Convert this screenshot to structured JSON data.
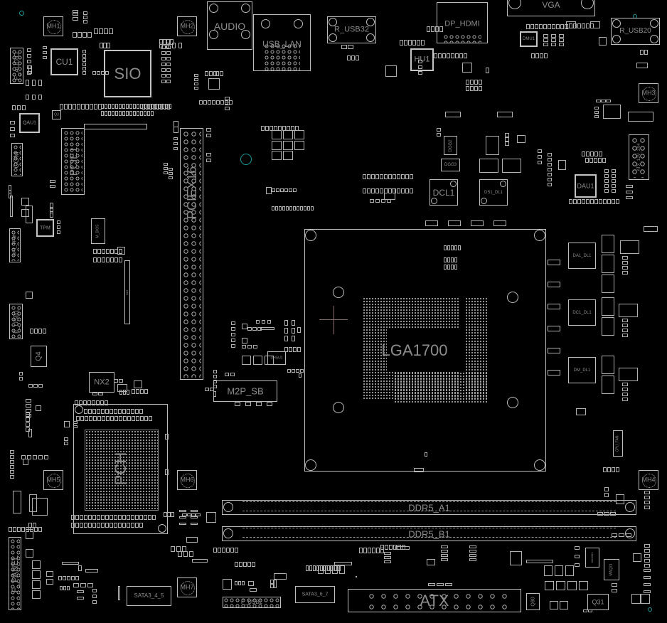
{
  "board": {
    "components": {
      "mh1": "MH1",
      "mh2": "MH2",
      "mh3": "MH3",
      "mh4": "MH4",
      "mh5": "MH5",
      "mh6": "MH6",
      "mh7": "MH7",
      "cu1": "CU1",
      "sio": "SIO",
      "audio": "AUDIO",
      "usb_lan": "USB_LAN",
      "r_usb32": "R_USB32",
      "dp_hdmi": "DP_HDMI",
      "vga": "VGA",
      "r_usb20": "R_USB20",
      "hu1": "HU1",
      "dmu1": "DMU1",
      "f_audio": "F_AUDIO",
      "qau1": "QAU1",
      "q3": "Q3",
      "pcie1": "PCIE1",
      "com": "COM",
      "pciex16": "PCIEX16",
      "tpm": "TPM",
      "spi_tpm": "SPI_TPM",
      "m_bios": "M_BIOS",
      "bat": "BAT",
      "f_usb1": "F_USB1",
      "q4": "Q4",
      "nx2": "NX2",
      "m2p_sb": "M2P_SB",
      "dhsu1": "DHSU1",
      "dgg2": "DGG2",
      "dgg3": "DGG3",
      "dcl1": "DCL1",
      "ds1_dl1": "DS1_DL1",
      "dau1": "DAU1",
      "atx_12v": "ATX_12V_2X4",
      "lga1700": "LGA1700",
      "da1_dl1": "DA1_DL1",
      "dc1_dl1": "DC1_DL1",
      "dm_dl1": "DM_DL1",
      "cpu_fan": "CPU_FAN",
      "pch": "PCH",
      "ddr5_a1": "DDR5_A1",
      "ddr5_b1": "DDR5_B1",
      "f_panel": "F_PANEL",
      "sata3_4_5": "SATA3_4_5",
      "f_usb2": "F_USB2",
      "sata3_6_7": "SATA3_6_7",
      "atx": "ATX",
      "q80": "Q80",
      "q31": "Q31",
      "ma4001": "MA4001",
      "maq31": "MAQ31"
    },
    "colors": {
      "background": "#000000",
      "outline": "#bdbdbd",
      "label": "#8c8c8c",
      "marker": "#1a9a9a",
      "crosshair": "#8a6a6a"
    }
  }
}
